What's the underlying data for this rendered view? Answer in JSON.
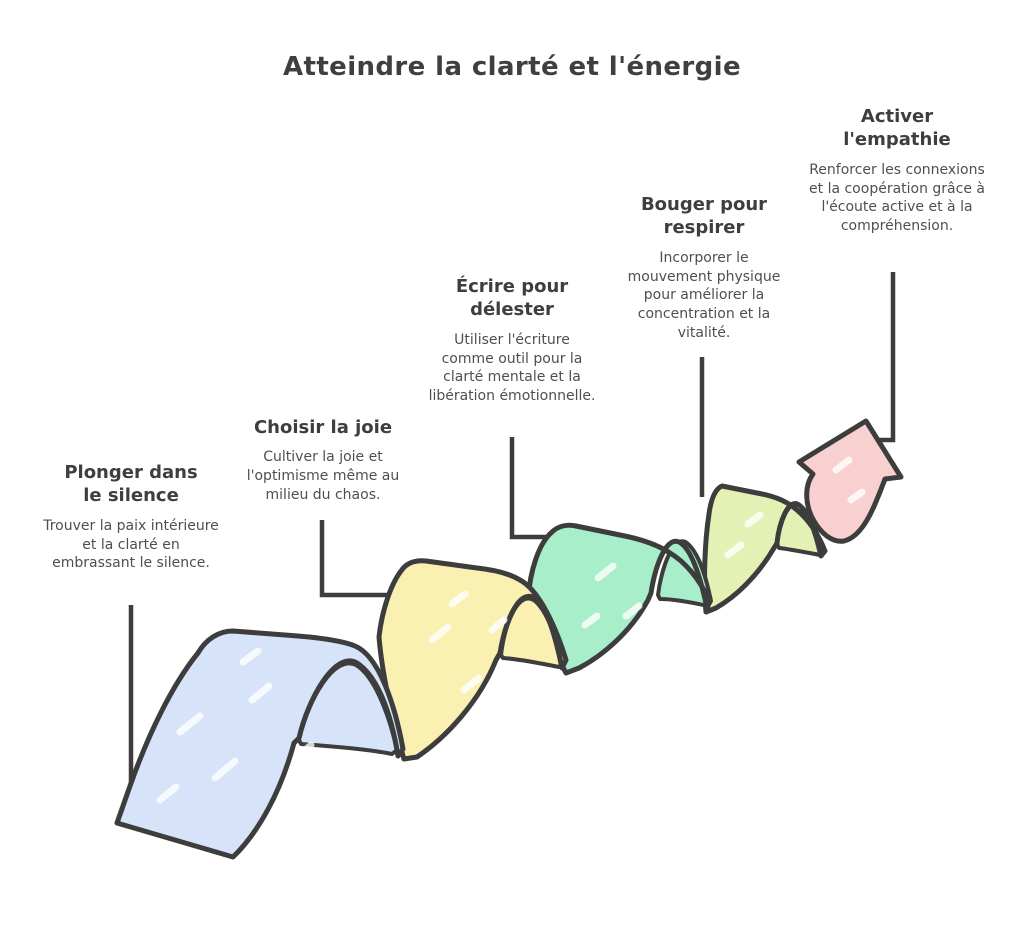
{
  "title": "Atteindre la clarté et l'énergie",
  "steps": [
    {
      "heading": "Plonger dans le silence",
      "description": "Trouver la paix intérieure et la clarté en embrassant le silence.",
      "color": "#d6e3f8"
    },
    {
      "heading": "Choisir la joie",
      "description": "Cultiver la joie et l'optimisme même au milieu du chaos.",
      "color": "#faf0b2"
    },
    {
      "heading": "Écrire pour délester",
      "description": "Utiliser l'écriture comme outil pour la clarté mentale et la libération émotionnelle.",
      "color": "#a9eeca"
    },
    {
      "heading": "Bouger pour respirer",
      "description": "Incorporer le mouvement physique pour améliorer la concentration et la vitalité.",
      "color": "#e3f2b4"
    },
    {
      "heading": "Activer l'empathie",
      "description": "Renforcer les connexions et la coopération grâce à l'écoute active et à la compréhension.",
      "color": "#f9d0d0"
    }
  ],
  "colors": {
    "outline": "#3d3d3d",
    "background": "#ffffff",
    "title_text": "#3f3f3f",
    "heading_text": "#3e3e3e",
    "body_text": "#4f4f4f"
  }
}
